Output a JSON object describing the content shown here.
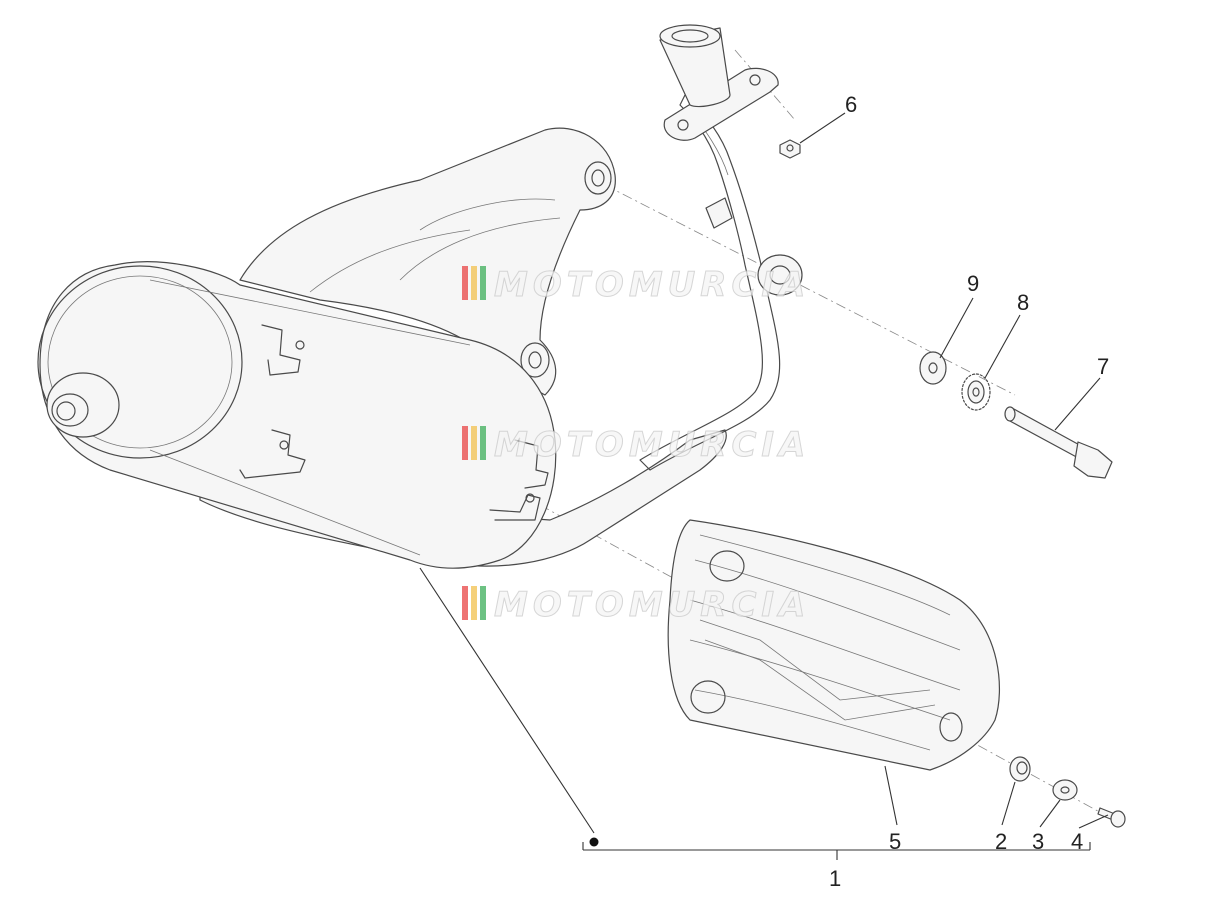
{
  "watermark": {
    "text": "MOTOMURCIA",
    "stripe_colors": [
      "#e94545",
      "#f2c14e",
      "#3cae5a"
    ]
  },
  "callouts": {
    "c1": "1",
    "c2": "2",
    "c3": "3",
    "c4": "4",
    "c5": "5",
    "c6": "6",
    "c7": "7",
    "c8": "8",
    "c9": "9"
  }
}
